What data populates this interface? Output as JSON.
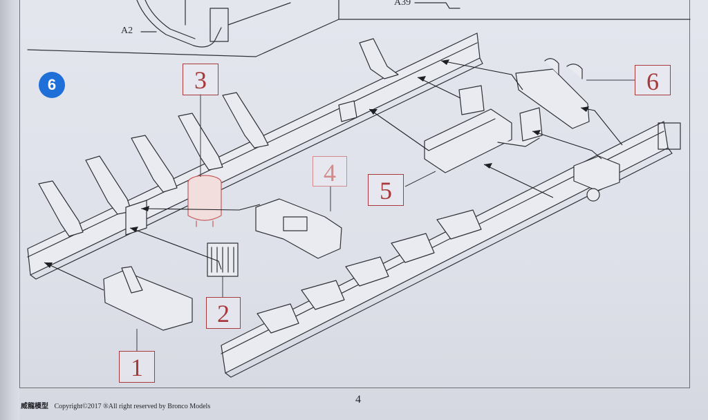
{
  "page": {
    "step_number": "6",
    "page_number": "4"
  },
  "previous_step": {
    "label_a2": "A2",
    "label_a39": "A39"
  },
  "callouts": [
    {
      "id": "1",
      "label": "1"
    },
    {
      "id": "2",
      "label": "2"
    },
    {
      "id": "3",
      "label": "3"
    },
    {
      "id": "4",
      "label": "4"
    },
    {
      "id": "5",
      "label": "5"
    },
    {
      "id": "6",
      "label": "6"
    }
  ],
  "footer": {
    "brand_cn": "威龍模型",
    "copyright": "Copyright©2017  ®All right reserved by Bronco Models"
  },
  "colors": {
    "callout_red": "#a7393b",
    "callout_faded": "#d58a8a",
    "step_badge_blue": "#1f6fd9",
    "line_art": "#2e3036"
  }
}
